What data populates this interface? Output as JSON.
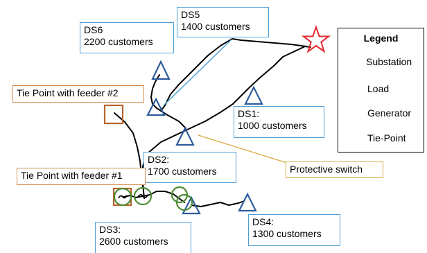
{
  "legend": {
    "title": "Legend",
    "items": [
      {
        "label": "Substation",
        "icon": "star-icon",
        "color": "#e8262e"
      },
      {
        "label": "Load",
        "icon": "triangle-icon",
        "color": "#2e5c9e"
      },
      {
        "label": "Generator",
        "icon": "circle-icon",
        "color": "#4e8c35"
      },
      {
        "label": "Tie-Point",
        "icon": "square-icon",
        "color": "#b8622a"
      }
    ]
  },
  "labels": {
    "ds5": {
      "line1": "DS5",
      "line2": "1400 customers"
    },
    "ds6": {
      "line1": "DS6",
      "line2": "2200 customers"
    },
    "ds1": {
      "line1": "DS1:",
      "line2": "1000 customers"
    },
    "ds2": {
      "line1": "DS2:",
      "line2": "1700 customers"
    },
    "ds3": {
      "line1": "DS3:",
      "line2": "2600 customers"
    },
    "ds4": {
      "line1": "DS4:",
      "line2": "1300 customers"
    },
    "tie2": "Tie Point with feeder #2",
    "tie1": "Tie Point with feeder #1",
    "protective": "Protective switch"
  },
  "colors": {
    "star": "#e8262e",
    "load": "#2e5c9e",
    "generator": "#4e8c35",
    "tie": "#b8622a",
    "callout_blue": "#4f9fd6",
    "callout_gold": "#d6a83c"
  }
}
